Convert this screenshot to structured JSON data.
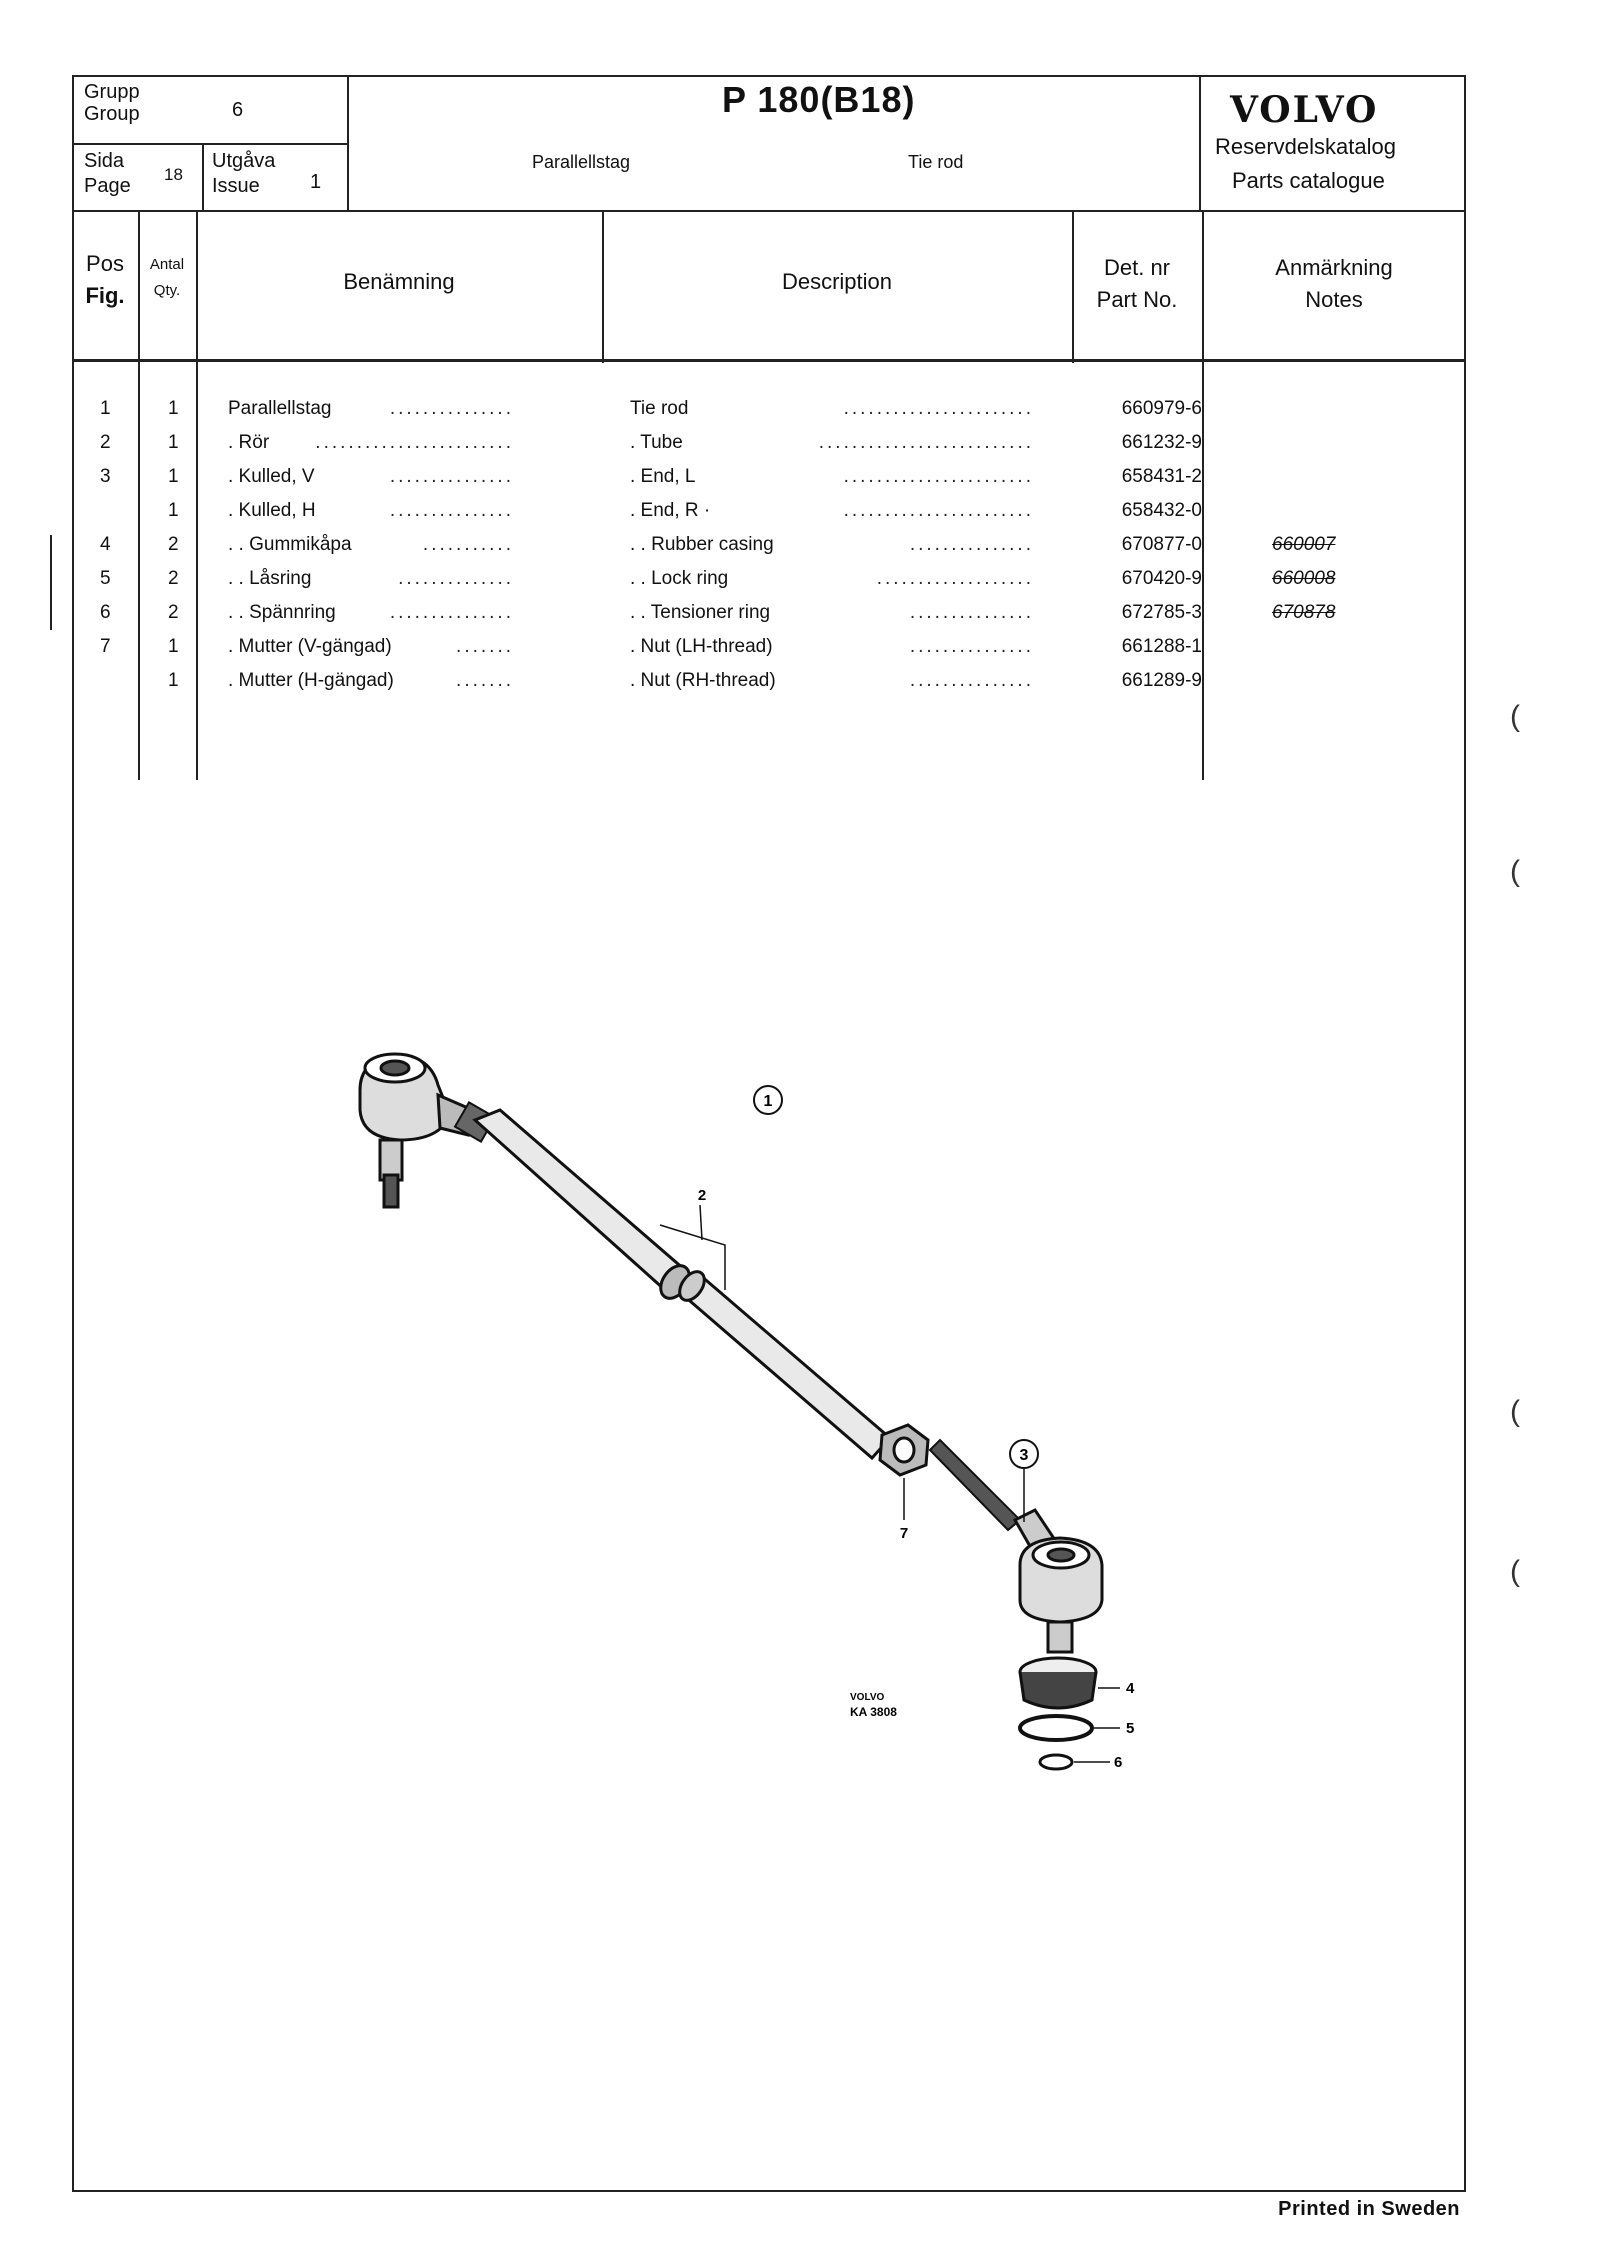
{
  "header": {
    "group_label_sv": "Grupp",
    "group_label_en": "Group",
    "group_value": "6",
    "page_label_sv": "Sida",
    "page_label_en": "Page",
    "page_value": "18",
    "issue_label_sv": "Utgåva",
    "issue_label_en": "Issue",
    "issue_value": "1",
    "model": "P 180",
    "model_engine": "(B18)",
    "subject_sv": "Parallellstag",
    "subject_en": "Tie rod",
    "brand": "VOLVO",
    "catalog_sv": "Reservdelskatalog",
    "catalog_en": "Parts catalogue"
  },
  "columns": {
    "pos_sv": "Pos",
    "pos_en": "Fig.",
    "qty_sv": "Antal",
    "qty_en": "Qty.",
    "name_sv": "Benämning",
    "description": "Description",
    "partno_sv": "Det. nr",
    "partno_en": "Part No.",
    "notes_sv": "Anmärkning",
    "notes_en": "Notes"
  },
  "rows": [
    {
      "pos": "1",
      "qty": "1",
      "name_sv": "Parallellstag",
      "dots_sv": "...............",
      "desc": "Tie rod",
      "dots_en": ".......................",
      "part": "660979-6",
      "note": ""
    },
    {
      "pos": "2",
      "qty": "1",
      "name_sv": ". Rör",
      "dots_sv": "........................",
      "desc": ". Tube",
      "dots_en": "..........................",
      "part": "661232-9",
      "note": ""
    },
    {
      "pos": "3",
      "qty": "1",
      "name_sv": ". Kulled, V",
      "dots_sv": "...............",
      "desc": ". End, L",
      "dots_en": ".......................",
      "part": "658431-2",
      "note": ""
    },
    {
      "pos": "",
      "qty": "1",
      "name_sv": ". Kulled, H",
      "dots_sv": "...............",
      "desc": ". End, R ·",
      "dots_en": ".......................",
      "part": "658432-0",
      "note": ""
    },
    {
      "pos": "4",
      "qty": "2",
      "name_sv": ". . Gummikåpa",
      "dots_sv": "...........",
      "desc": ". . Rubber casing",
      "dots_en": "...............",
      "part": "670877-0",
      "note": "660007"
    },
    {
      "pos": "5",
      "qty": "2",
      "name_sv": ". . Låsring",
      "dots_sv": "..............",
      "desc": ". . Lock ring",
      "dots_en": "...................",
      "part": "670420-9",
      "note": "660008"
    },
    {
      "pos": "6",
      "qty": "2",
      "name_sv": ". . Spännring",
      "dots_sv": "...............",
      "desc": ". . Tensioner ring",
      "dots_en": "...............",
      "part": "672785-3",
      "note": "670878"
    },
    {
      "pos": "7",
      "qty": "1",
      "name_sv": ". Mutter (V-gängad)",
      "dots_sv": ".......",
      "desc": ". Nut (LH-thread)",
      "dots_en": "...............",
      "part": "661288-1",
      "note": ""
    },
    {
      "pos": "",
      "qty": "1",
      "name_sv": ". Mutter (H-gängad)",
      "dots_sv": ".......",
      "desc": ". Nut (RH-thread)",
      "dots_en": "...............",
      "part": "661289-9",
      "note": ""
    }
  ],
  "figure": {
    "callouts": [
      "1",
      "2",
      "3",
      "4",
      "5",
      "6",
      "7"
    ],
    "stamp_brand": "VOLVO",
    "stamp_code": "KA 3808"
  },
  "footer": "Printed in Sweden"
}
